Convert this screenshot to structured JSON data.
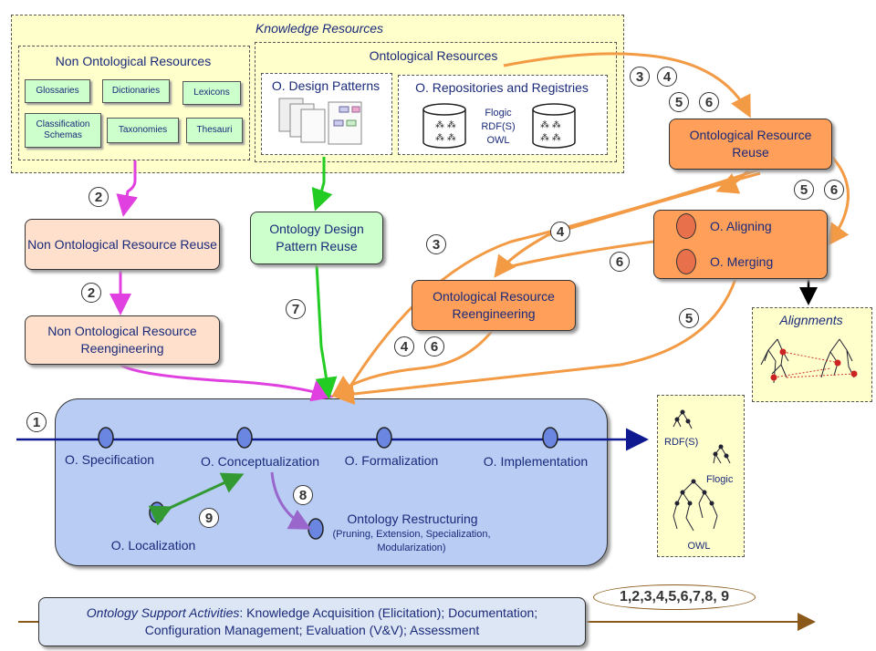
{
  "knowledge_resources": {
    "title": "Knowledge Resources",
    "non_ontological": {
      "title": "Non Ontological Resources",
      "items": [
        "Glossaries",
        "Dictionaries",
        "Lexicons",
        "Classification Schemas",
        "Taxonomies",
        "Thesauri"
      ]
    },
    "ontological": {
      "title": "Ontological Resources",
      "design_patterns": "O. Design Patterns",
      "repositories": "O. Repositories and Registries",
      "languages": [
        "Flogic",
        "RDF(S)",
        "OWL"
      ]
    }
  },
  "processes": {
    "nor_reuse": "Non Ontological Resource Reuse",
    "nor_reengineering": "Non Ontological Resource Reengineering",
    "odp_reuse": "Ontology Design Pattern Reuse",
    "or_reuse": "Ontological Resource Reuse",
    "or_reengineering": "Ontological Resource Reengineering",
    "aligning": "O. Aligning",
    "merging": "O. Merging",
    "alignments": "Alignments"
  },
  "main_flow": {
    "activities": [
      "O. Specification",
      "O. Conceptualization",
      "O. Formalization",
      "O. Implementation"
    ],
    "localization": "O. Localization",
    "restructuring_title": "Ontology Restructuring",
    "restructuring_detail": "(Pruning, Extension, Specialization, Modularization)"
  },
  "languages_panel": [
    "RDF(S)",
    "Flogic",
    "OWL"
  ],
  "support": {
    "label": "Ontology Support Activities",
    "text_line1": ": Knowledge Acquisition (Elicitation); Documentation;",
    "text_line2": "Configuration Management; Evaluation (V&V); Assessment",
    "scenarios": "1,2,3,4,5,6,7,8, 9"
  },
  "badges": {
    "b1": "1",
    "b2": "2",
    "b3": "3",
    "b4": "4",
    "b5": "5",
    "b6": "6",
    "b7": "7",
    "b8": "8",
    "b9": "9"
  },
  "colors": {
    "magenta": "#e040e0",
    "green": "#22cc22",
    "orange": "#f39a45",
    "navy": "#101a90",
    "purple": "#9966cc"
  }
}
